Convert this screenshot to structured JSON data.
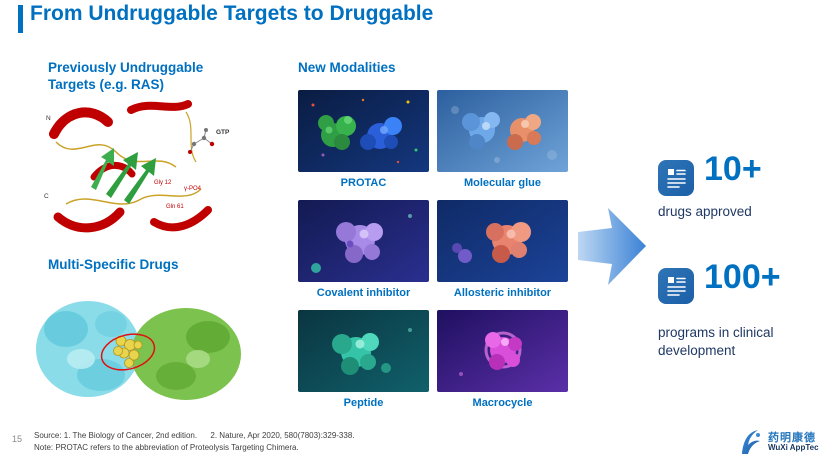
{
  "title": "From Undruggable Targets to Druggable",
  "left_panel": {
    "undruggable_heading": "Previously Undruggable Targets (e.g. RAS)",
    "multispecific_heading": "Multi-Specific Drugs",
    "protein_annotations": {
      "n": "N",
      "c": "C",
      "gtp": "GTP",
      "gly12": "Gly 12",
      "po4": "γ-PO4",
      "gln61": "Gln 61"
    }
  },
  "modalities": {
    "heading": "New Modalities",
    "items": [
      {
        "label": "PROTAC"
      },
      {
        "label": "Molecular glue"
      },
      {
        "label": "Covalent inhibitor"
      },
      {
        "label": "Allosteric inhibitor"
      },
      {
        "label": "Peptide"
      },
      {
        "label": "Macrocycle"
      }
    ]
  },
  "stats": [
    {
      "value": "10+",
      "label": "drugs approved"
    },
    {
      "value": "100+",
      "label": "programs in clinical development"
    }
  ],
  "footer": {
    "page_number": "15",
    "source": "Source: 1. The Biology of Cancer, 2nd edition.      2. Nature, Apr 2020, 580(7803):329-338.",
    "note": "Note: PROTAC refers to the abbreviation of Proteolysis Targeting Chimera."
  },
  "logo": {
    "name_cn": "药明康德",
    "name_en": "WuXi AppTec"
  },
  "colors": {
    "accent_blue": "#0070C0",
    "dark_text": "#1F3864",
    "arrow_blue": "#3B82D6",
    "icon_bg": "#2468B4"
  }
}
